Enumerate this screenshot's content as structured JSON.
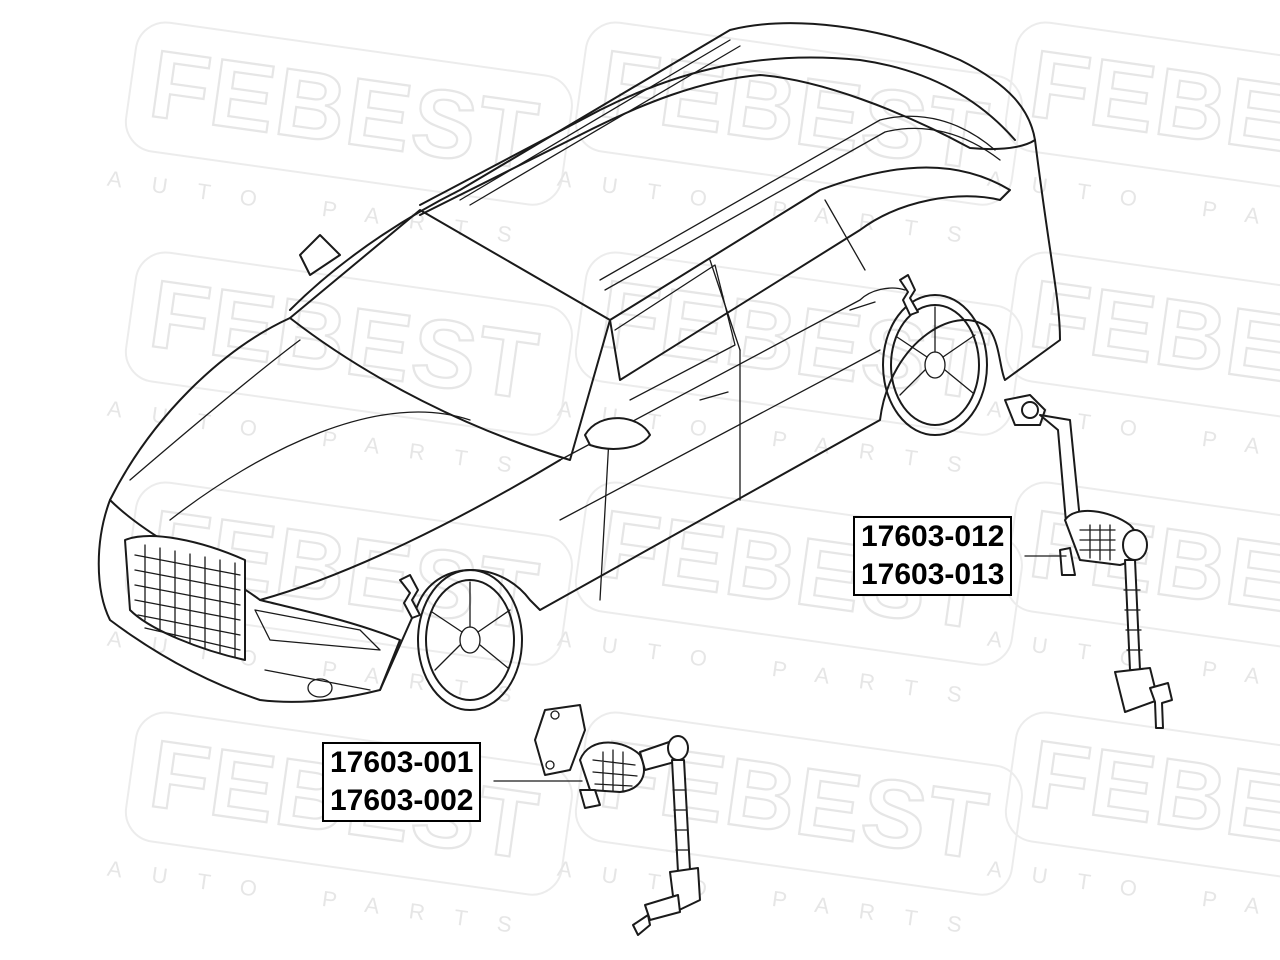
{
  "watermark": {
    "brand": "FEBEST",
    "tagline": "AUTO PARTS"
  },
  "callouts": {
    "rear": {
      "part_numbers": [
        "17603-012",
        "17603-013"
      ]
    },
    "front": {
      "part_numbers": [
        "17603-001",
        "17603-002"
      ]
    }
  }
}
